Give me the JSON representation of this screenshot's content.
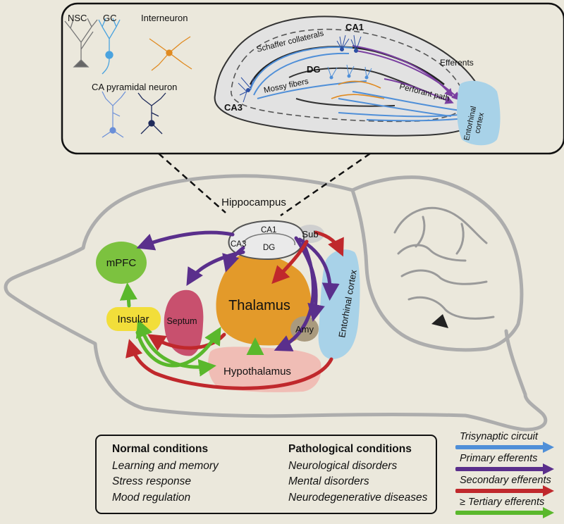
{
  "inset": {
    "cell_types": {
      "nsc": "NSC",
      "gc": "GC",
      "interneuron": "Interneuron",
      "ca_pyramidal": "CA pyramidal neuron"
    },
    "regions": {
      "ca1": "CA1",
      "ca3": "CA3",
      "dg": "DG",
      "schaffer": "Schaffer collaterals",
      "mossy": "Mossy fibers",
      "perforant": "Perforant path",
      "efferents": "Efferents",
      "entorhinal_1": "Entorhinal",
      "entorhinal_2": "cortex"
    }
  },
  "brain": {
    "hippocampus_title": "Hippocampus",
    "ca1": "CA1",
    "ca3": "CA3",
    "dg": "DG",
    "sub": "Sub",
    "mpfc": "mPFC",
    "insular": "Insular",
    "septum": "Septum",
    "thalamus": "Thalamus",
    "amy": "Amy",
    "entorhinal_cortex": "Entorhinal cortex",
    "hypothalamus": "Hypothalamus"
  },
  "conditions": {
    "normal": {
      "title": "Normal conditions",
      "items": [
        "Learning and memory",
        "Stress response",
        "Mood regulation"
      ]
    },
    "pathological": {
      "title": "Pathological conditions",
      "items": [
        "Neurological disorders",
        "Mental disorders",
        "Neurodegenerative diseases"
      ]
    }
  },
  "arrow_legend": [
    {
      "label": "Trisynaptic circuit",
      "color": "#4f8fd8"
    },
    {
      "label": "Primary efferents",
      "color": "#5a2f8c"
    },
    {
      "label": "Secondary efferents",
      "color": "#c0282c"
    },
    {
      "label": "≥ Tertiary efferents",
      "color": "#5ab82c"
    }
  ],
  "colors": {
    "background": "#ebe8dc",
    "outline": "#b0b0b0",
    "mpfc": "#7cc23f",
    "insular": "#f2de3a",
    "septum": "#c8506e",
    "thalamus": "#e39a2a",
    "amy": "#a99a7e",
    "entorhinal": "#a8d2e8",
    "hypothalamus": "#f0bdb5",
    "hippocampus_fill": "#e2e2e2"
  }
}
